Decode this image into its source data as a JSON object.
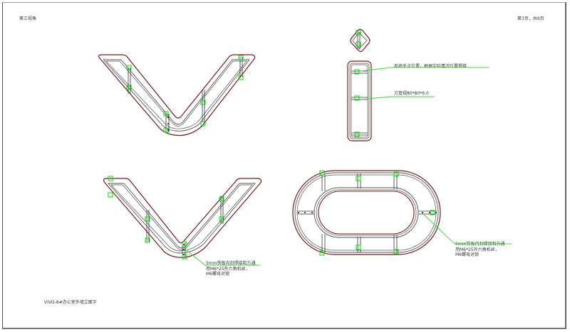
{
  "header": {
    "view_label": "第三视角",
    "page_indicator": "第3页，共6页"
  },
  "footer": {
    "project_title": "VIVO-8#办公室外墙立面字"
  },
  "annotations": {
    "support_note": "现场支点位置，根据实际情况位置焊接",
    "tube_spec": "方管规80*80*6.0",
    "weld_note_1": "5mm铁板内封焊接和方通\n用M6*25外六角机丝，\nM6螺母对锁",
    "weld_note_2": "5mm铁板内封焊接和方通\n用M6*25外六角机丝，\nM6螺母对锁"
  },
  "figures": {
    "top_left": "letter-v-top-view",
    "top_right": "letter-i-top-view",
    "bottom_left": "letter-v-bottom-view",
    "bottom_right": "letter-o-bottom-view"
  },
  "colors": {
    "outline": "#7a1a1a",
    "frame_line": "#555555",
    "marker": "#00dd00",
    "leader": "#33dd33"
  }
}
